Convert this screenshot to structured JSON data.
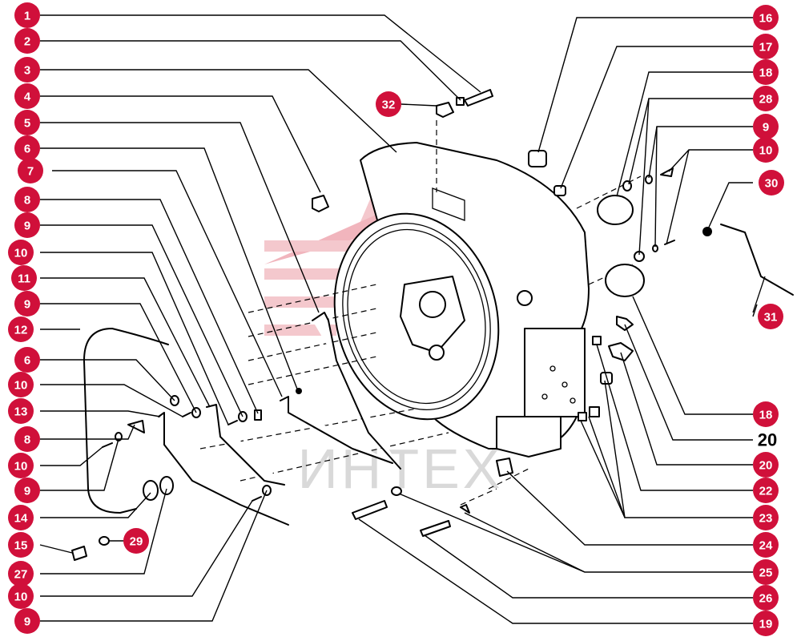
{
  "watermark": {
    "text": "ИНТЕХ",
    "color": "#f3c3c8"
  },
  "colors": {
    "badge": "#d0103a",
    "badge_text": "#ffffff",
    "line": "#000000"
  },
  "left_callouts": [
    "1",
    "2",
    "3",
    "4",
    "5",
    "6",
    "7",
    "8",
    "9",
    "10",
    "11",
    "9",
    "12",
    "6",
    "10",
    "13",
    "8",
    "10",
    "9",
    "14",
    "15",
    "27",
    "10",
    "9"
  ],
  "inline_callouts": [
    "32",
    "29"
  ],
  "right_callouts": [
    "16",
    "17",
    "18",
    "28",
    "9",
    "10",
    "30",
    "31",
    "18",
    "20",
    "20",
    "22",
    "23",
    "24",
    "25",
    "26",
    "19"
  ]
}
